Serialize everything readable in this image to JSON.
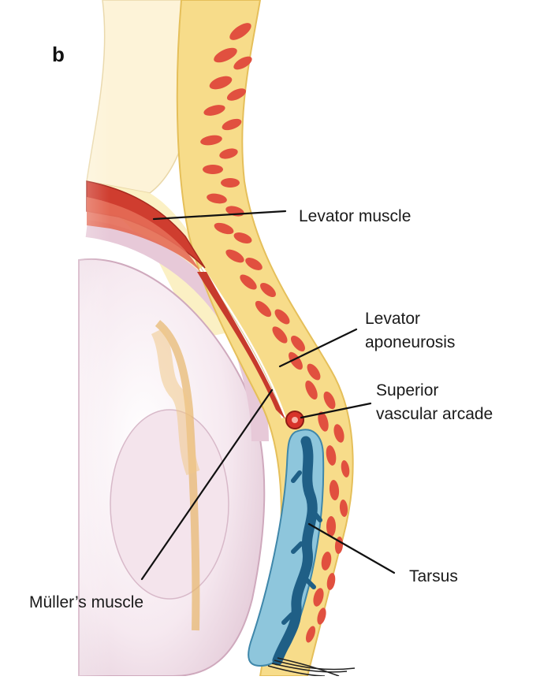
{
  "figure": {
    "panel_letter": "b",
    "labels": {
      "levator_muscle": "Levator muscle",
      "levator_aponeurosis_line1": "Levator",
      "levator_aponeurosis_line2": "aponeurosis",
      "superior_vascular_arcade_line1": "Superior",
      "superior_vascular_arcade_line2": "vascular arcade",
      "tarsus": "Tarsus",
      "muller_muscle": "Müller’s muscle"
    },
    "colors": {
      "skin_muscle_red": "#d8463a",
      "orbicularis_bands": "#e0503f",
      "fat_yellow": "#f6dc8e",
      "pale_yellow": "#fbeebe",
      "levator_red": "#cc3b2e",
      "tarsus_blue": "#8ec6dc",
      "tarsus_glands": "#1f5f86",
      "globe_pink": "#f1dde8"
    }
  }
}
